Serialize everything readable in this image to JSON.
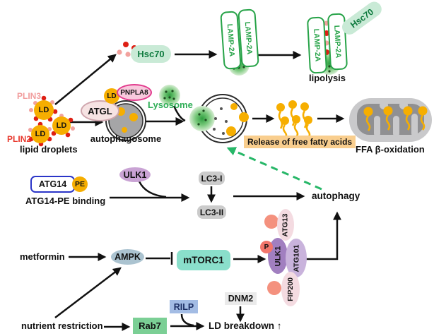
{
  "colors": {
    "orange": "#F6AE00",
    "redDot": "#DE1F14",
    "pinkDot": "#F2A29E",
    "plin3": "#F19C9C",
    "plin2": "#E8392E",
    "hsc70Bg": "#C9EAD6",
    "hsc70Text": "#0F7B3F",
    "lampGreen": "#27A348",
    "lysoText": "#2FAE57",
    "atglFill": "#F6E3E3",
    "atglBorder": "#CFA6AE",
    "pnpla8Fill": "#F8C9DD",
    "pnpla8Border": "#E23C8E",
    "phagoFill": "#A5A5A7",
    "ringStroke": "#2B2B2B",
    "releaseBg": "#F9CE8E",
    "mitoOuter": "#C9C9CB",
    "mitoInner": "#909092",
    "atg14Border": "#2B35C8",
    "ulk1Fill": "#C9A3D4",
    "lc3Fill": "#CBCBCB",
    "ampkFill": "#ABC3D0",
    "mtorc1Fill": "#8ADFCB",
    "pFill": "#F2756B",
    "ulk1cFill": "#A17FC0",
    "atg101Fill": "#C9B3DC",
    "atg13Fill": "#F4DBE1",
    "fip200Fill": "#F4DBE1",
    "salmon": "#F4917E",
    "rab7Fill": "#7BCF95",
    "rilpFill": "#A3BCE4",
    "rilpText": "#1C2E63",
    "dnm2Bg": "#EAEAEA",
    "dashGreen": "#27B768",
    "arrowBlack": "#111111"
  },
  "labels": {
    "top": {
      "plin3": "PLIN3",
      "plin2": "PLIN2",
      "ld": "LD",
      "lipid_droplets": "lipid droplets",
      "hsc70": "Hsc70",
      "lamp2a": "LAMP-2A",
      "lipolysis": "lipolysis"
    },
    "mid": {
      "atgl": "ATGL",
      "pnpla8": "PNPLA8",
      "lysosome": "Lysosome",
      "autophagosome": "autophagosome",
      "release_ffa": "Release of free fatty acids",
      "ffa_oxidation": "FFA β-oxidation"
    },
    "autophagy_row": {
      "atg14": "ATG14",
      "pe": "PE",
      "atg14_pe_binding": "ATG14-PE binding",
      "ulk1": "ULK1",
      "lc3_i": "LC3-I",
      "lc3_ii": "LC3-II",
      "autophagy": "autophagy"
    },
    "bottom": {
      "metformin": "metformin",
      "ampk": "AMPK",
      "mtorc1": "mTORC1",
      "p": "P",
      "atg13": "ATG13",
      "ulk1": "ULK1",
      "atg101": "ATG101",
      "fip200": "FIP200",
      "nutrient_restriction": "nutrient restriction",
      "rab7": "Rab7",
      "rilp": "RILP",
      "dnm2": "DNM2",
      "ld_breakdown": "LD breakdown ↑"
    }
  }
}
